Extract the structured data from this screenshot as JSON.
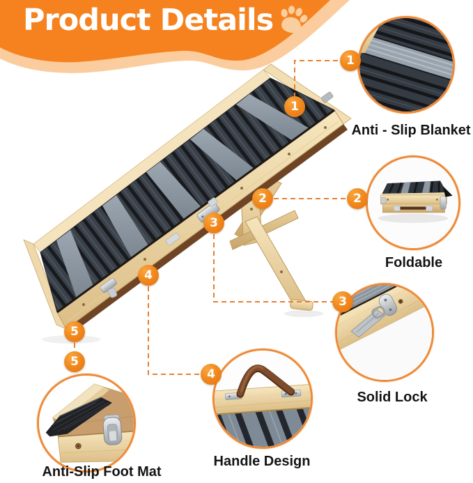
{
  "header": {
    "title": "Product Details",
    "paw_icon": "paw-icon"
  },
  "callouts": [
    {
      "num": "1",
      "label": "Anti - Slip Blanket"
    },
    {
      "num": "2",
      "label": "Foldable"
    },
    {
      "num": "3",
      "label": "Solid Lock"
    },
    {
      "num": "4",
      "label": "Handle Design"
    },
    {
      "num": "5",
      "label": "Anti-Slip Foot Mat"
    }
  ],
  "photos": {
    "main": "wooden-pet-ramp-photo",
    "detail_1": "carpet-surface-closeup",
    "detail_2": "folded-ramp-side-view",
    "detail_3": "metal-latch-closeup",
    "detail_4": "leather-handle-closeup",
    "detail_5": "rubber-foot-mat-closeup"
  },
  "colors": {
    "header_orange": "#F5821F",
    "header_wave_light": "#FBCD9E",
    "badge_orange": "#EE7912",
    "dash_orange": "#E87E2E",
    "circle_ring": "#EC8A3A",
    "label_text": "#141414"
  }
}
